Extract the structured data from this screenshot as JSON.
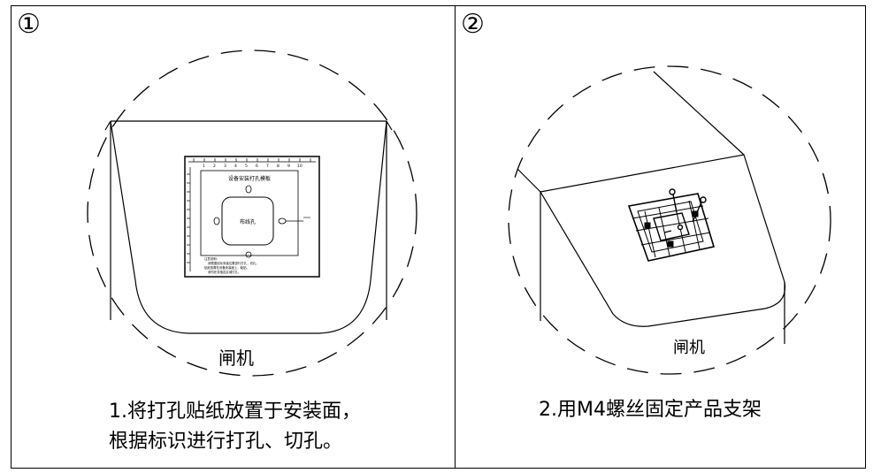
{
  "step1": {
    "number": "①",
    "device_label": "闸机",
    "caption_line1": "1.将打孔贴纸放置于安装面，",
    "caption_line2": "根据标识进行打孔、切孔。",
    "template": {
      "title": "设备安装打孔模板",
      "center_label": "布线孔",
      "ruler_numbers": [
        "1",
        "2",
        "3",
        "4",
        "5",
        "6",
        "7",
        "8",
        "9",
        "10"
      ],
      "note_title": "注意说明：",
      "note_line1": "请根据实际安装位置进行打孔，切孔。",
      "note_line2": "贴纸放置在设备安装面上，黏贴。",
      "note_line3": "请勿在非指定区域打孔。"
    }
  },
  "step2": {
    "number": "②",
    "device_label": "闸机",
    "caption": "2.用M4螺丝固定产品支架"
  }
}
